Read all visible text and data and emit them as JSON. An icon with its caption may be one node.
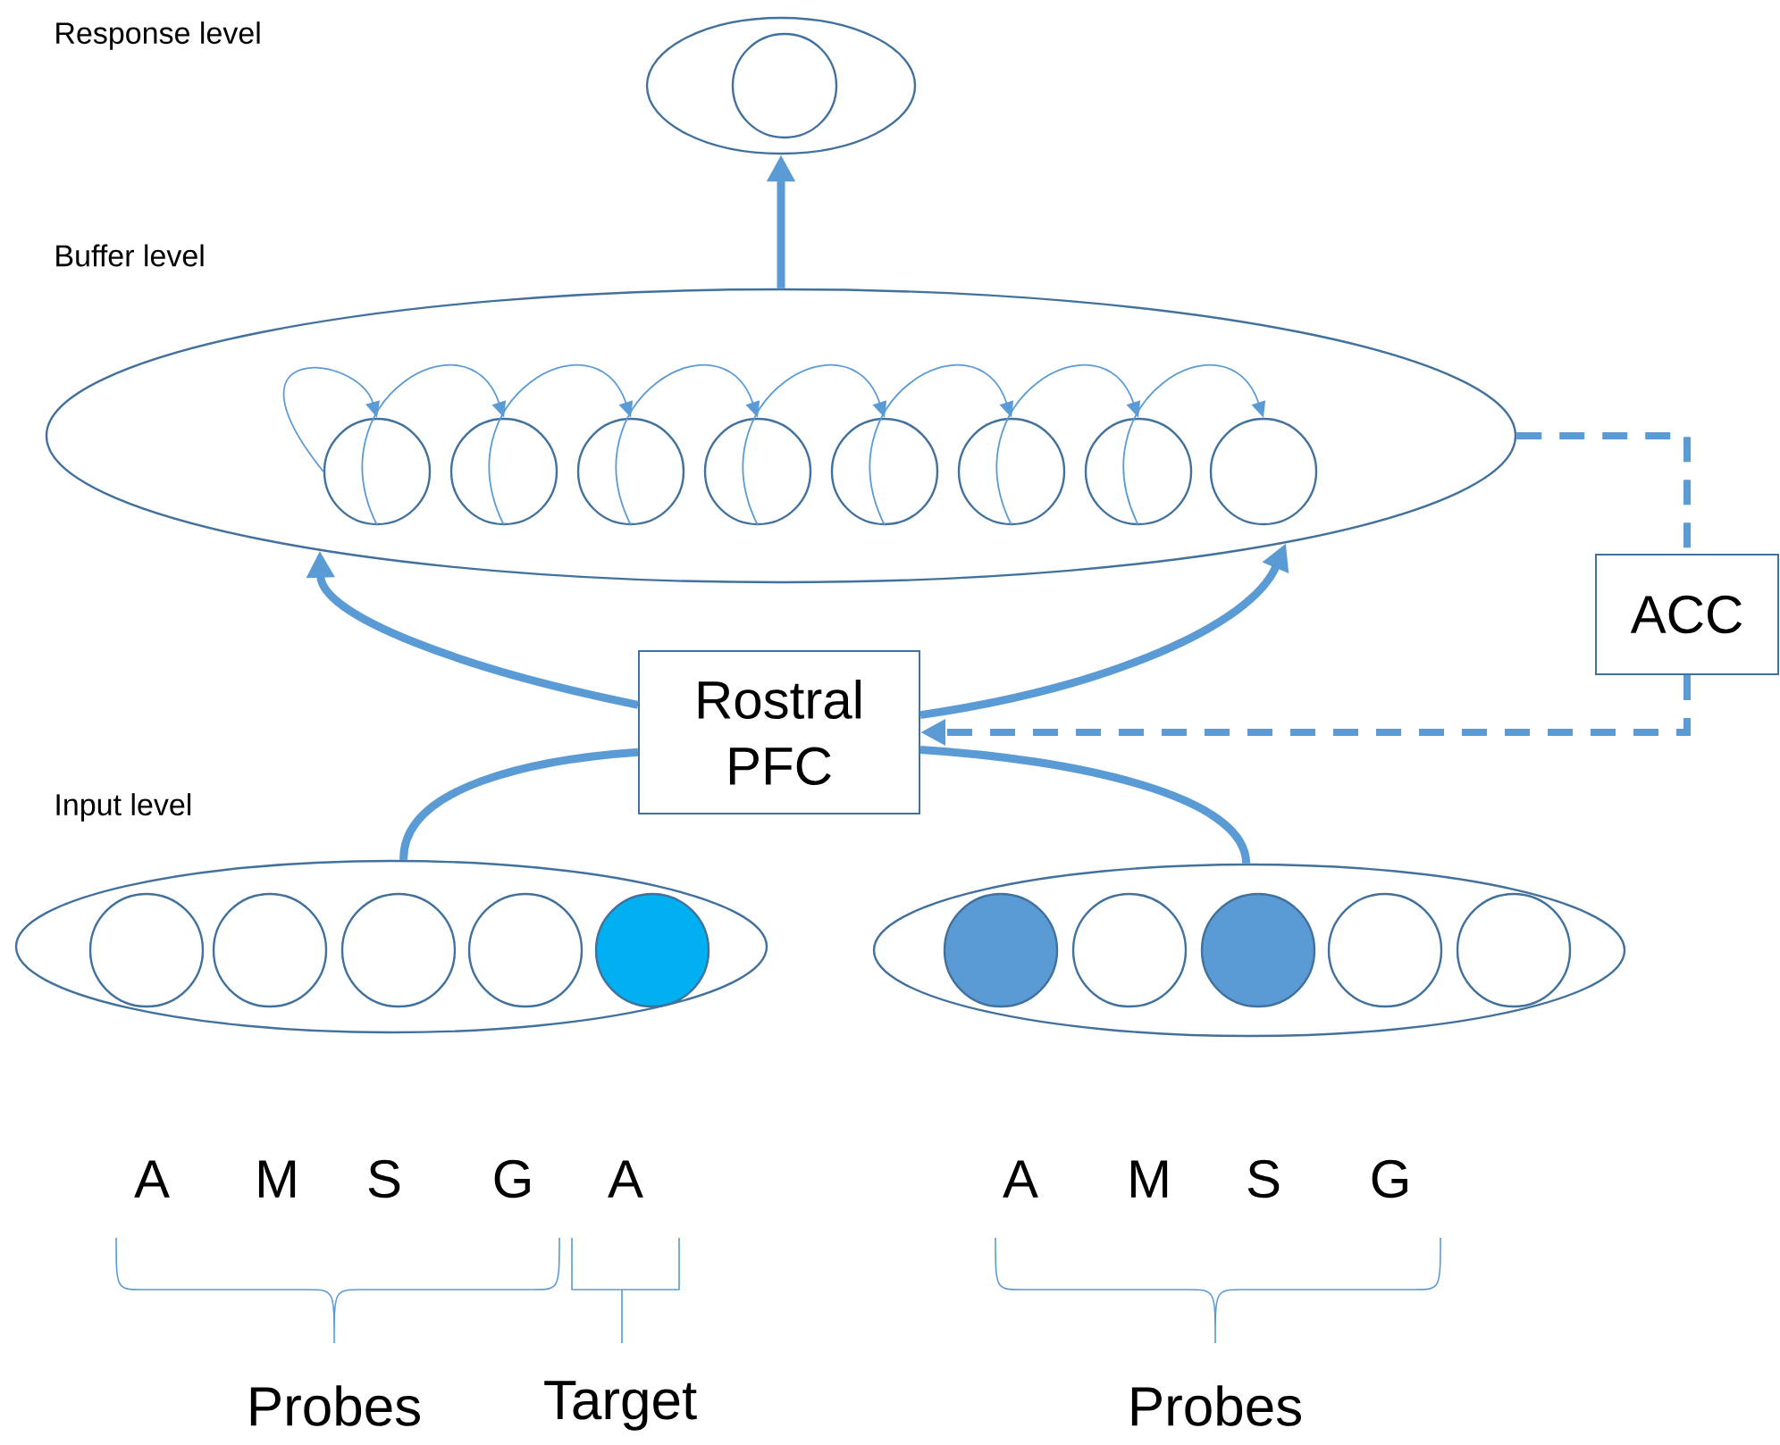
{
  "diagram": {
    "nodes": [
      {
        "text": [],
        "shape": "ellipse"
      },
      {
        "text": [],
        "shape": "circle",
        "in": 0
      },
      {
        "text": [],
        "shape": "ellipse"
      },
      {
        "text": [],
        "shape": "circle",
        "in": 2
      },
      {
        "text": [],
        "shape": "circle",
        "in": 2
      },
      {
        "text": [],
        "shape": "circle",
        "in": 2
      },
      {
        "text": [],
        "shape": "circle",
        "in": 2
      },
      {
        "text": [],
        "shape": "circle",
        "in": 2
      },
      {
        "text": [],
        "shape": "circle",
        "in": 2
      },
      {
        "text": [],
        "shape": "circle",
        "in": 2
      },
      {
        "text": [],
        "shape": "circle",
        "in": 2
      },
      {
        "text": [
          "Rostral PFC"
        ]
      },
      {
        "text": [
          "ACC"
        ]
      },
      {
        "text": [],
        "shape": "ellipse"
      },
      {
        "text": [],
        "shape": "circle",
        "in": 13
      },
      {
        "text": [],
        "shape": "circle",
        "in": 13
      },
      {
        "text": [],
        "shape": "circle",
        "in": 13
      },
      {
        "text": [],
        "shape": "circle",
        "in": 13
      },
      {
        "text": [],
        "shape": "circle",
        "in": 13
      },
      {
        "text": [],
        "shape": "ellipse"
      },
      {
        "text": [],
        "shape": "circle",
        "in": 19
      },
      {
        "text": [],
        "shape": "circle",
        "in": 19
      },
      {
        "text": [],
        "shape": "circle",
        "in": 19
      },
      {
        "text": [],
        "shape": "circle",
        "in": 19
      },
      {
        "text": [],
        "shape": "circle",
        "in": 19
      }
    ],
    "edges": [
      {
        "from": 2,
        "to": 0,
        "arrow": "to",
        "style": "thick"
      },
      {
        "from": 11,
        "to": 2,
        "arrow": "to",
        "style": "thick"
      },
      {
        "from": 11,
        "to": 2,
        "arrow": "to",
        "style": "thick"
      },
      {
        "from": 13,
        "to": 11,
        "arrow": "none",
        "style": "thick"
      },
      {
        "from": 19,
        "to": 11,
        "arrow": "none",
        "style": "thick"
      },
      {
        "from": 2,
        "to": 12,
        "arrow": "none",
        "style": "dashed"
      },
      {
        "from": 12,
        "to": 11,
        "arrow": "to",
        "style": "dashed"
      },
      {
        "from": 3,
        "to": 3,
        "arrow": "to"
      },
      {
        "from": 3,
        "to": 4,
        "arrow": "to"
      },
      {
        "from": 4,
        "to": 5,
        "arrow": "to"
      },
      {
        "from": 5,
        "to": 6,
        "arrow": "to"
      },
      {
        "from": 6,
        "to": 7,
        "arrow": "to"
      },
      {
        "from": 7,
        "to": 8,
        "arrow": "to"
      },
      {
        "from": 8,
        "to": 9,
        "arrow": "to"
      },
      {
        "from": 9,
        "to": 10,
        "arrow": "to"
      }
    ],
    "labels": [
      "Response level",
      "Buffer level",
      "Input level",
      "A",
      "M",
      "S",
      "G",
      "A",
      "A",
      "M",
      "S",
      "G",
      "Probes",
      "Target",
      "Probes"
    ]
  }
}
